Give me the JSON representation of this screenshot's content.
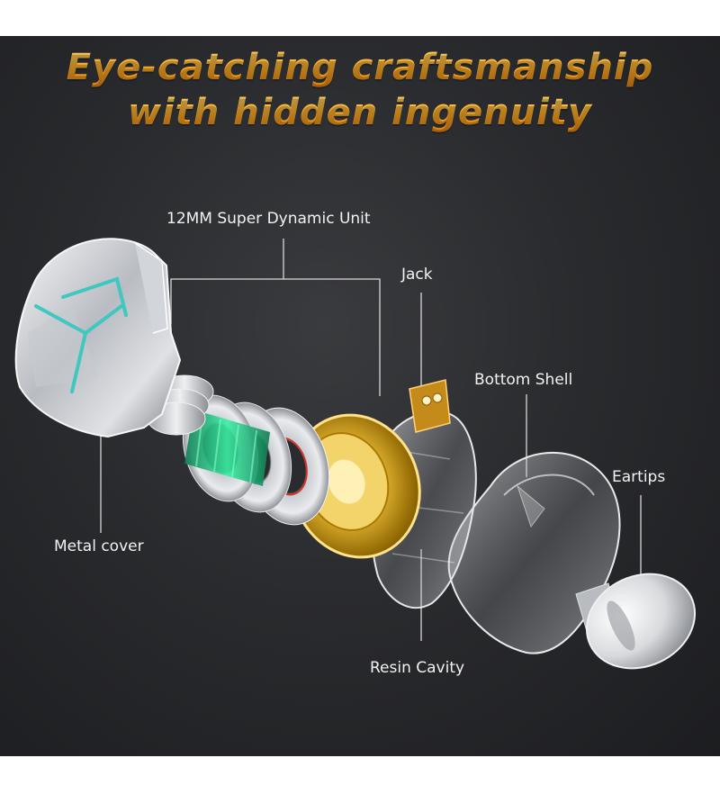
{
  "headline": {
    "line1": "Eye-catching craftsmanship",
    "line2": "with hidden ingenuity"
  },
  "callouts": {
    "driver": "12MM Super Dynamic Unit",
    "jack": "Jack",
    "bottom_shell": "Bottom Shell",
    "eartips": "Eartips",
    "metal_cover": "Metal cover",
    "resin_cavity": "Resin Cavity"
  },
  "colors": {
    "background": "#2a2b2e",
    "headline_gold": "#f5a623",
    "accent_teal": "#3fc7c0",
    "coil_green": "#22c77a",
    "gold_part": "#d9a300"
  }
}
